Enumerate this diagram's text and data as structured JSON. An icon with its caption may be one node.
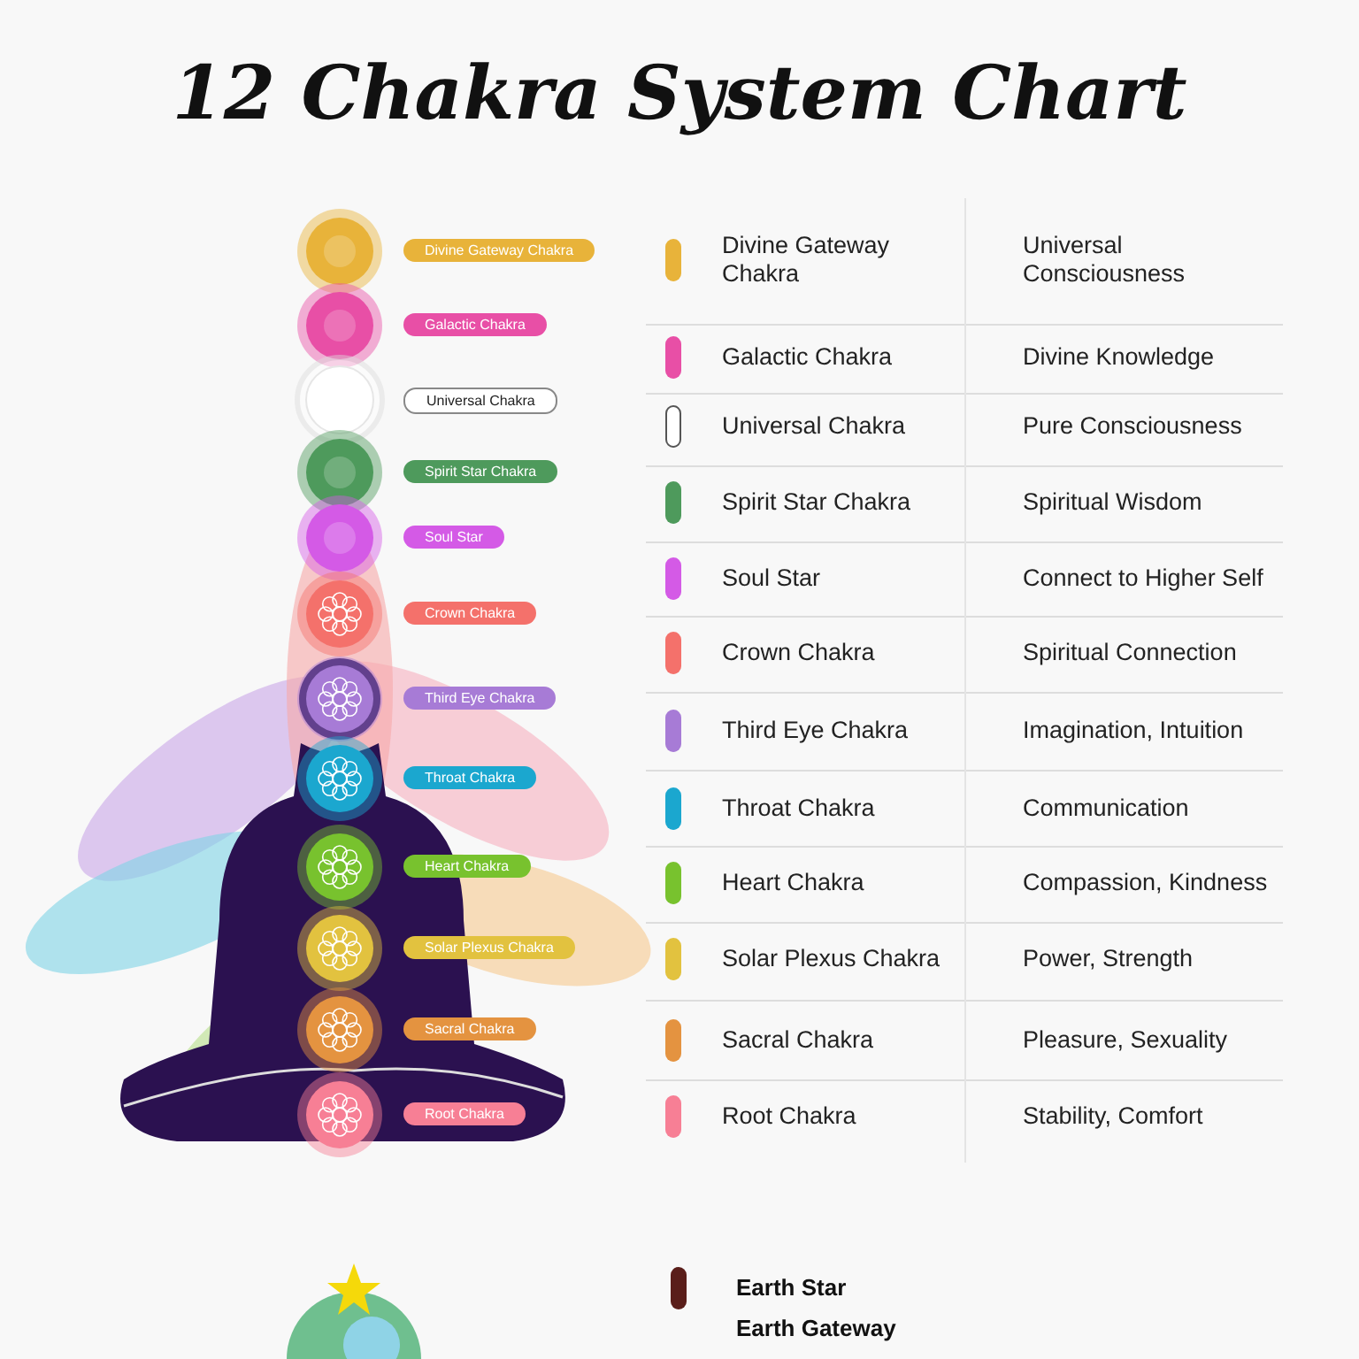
{
  "diagram": {
    "title": "12 Chakra System Chart",
    "labels": [
      "Divine Gateway Chakra",
      "Galactic Chakra",
      "Universal Chakra",
      "Spirit Star Chakra",
      "Soul Star",
      "Crown Chakra",
      "Third Eye Chakra",
      "Throat Chakra",
      "Heart Chakra",
      "Solar Plexus Chakra",
      "Sacral Chakra",
      "Root Chakra",
      "Universal Consciousness",
      "Divine Knowledge",
      "Pure Consciousness",
      "Spiritual Wisdom",
      "Connect to Higher Self",
      "Spiritual Connection",
      "Imagination, Intuition",
      "Communication",
      "Compassion, Kindness",
      "Power, Strength",
      "Pleasure, Sexuality",
      "Stability, Comfort",
      "Earth Gateway"
    ],
    "legend": [
      {
        "text": "Divine Gateway Chakra",
        "color": "#e8b33a"
      },
      {
        "text": "Galactic Chakra",
        "color": "#e84fa6"
      },
      {
        "text": "Universal Chakra",
        "color": "#ffffff"
      },
      {
        "text": "Spirit Star Chakra",
        "color": "#4e9a5c"
      },
      {
        "text": "Soul Star",
        "color": "#d45ae6"
      },
      {
        "text": "Crown Chakra",
        "color": "#f4716b"
      },
      {
        "text": "Third Eye Chakra",
        "color": "#a77bd6"
      },
      {
        "text": "Throat Chakra",
        "color": "#1ba7cf"
      },
      {
        "text": "Heart Chakra",
        "color": "#78c22e"
      },
      {
        "text": "Solar Plexus Chakra",
        "color": "#e2c23f"
      },
      {
        "text": "Sacral Chakra",
        "color": "#e49340"
      },
      {
        "text": "Root Chakra",
        "color": "#f77f95"
      },
      {
        "text": "Earth Star",
        "color": "#5a1e1a"
      }
    ]
  }
}
